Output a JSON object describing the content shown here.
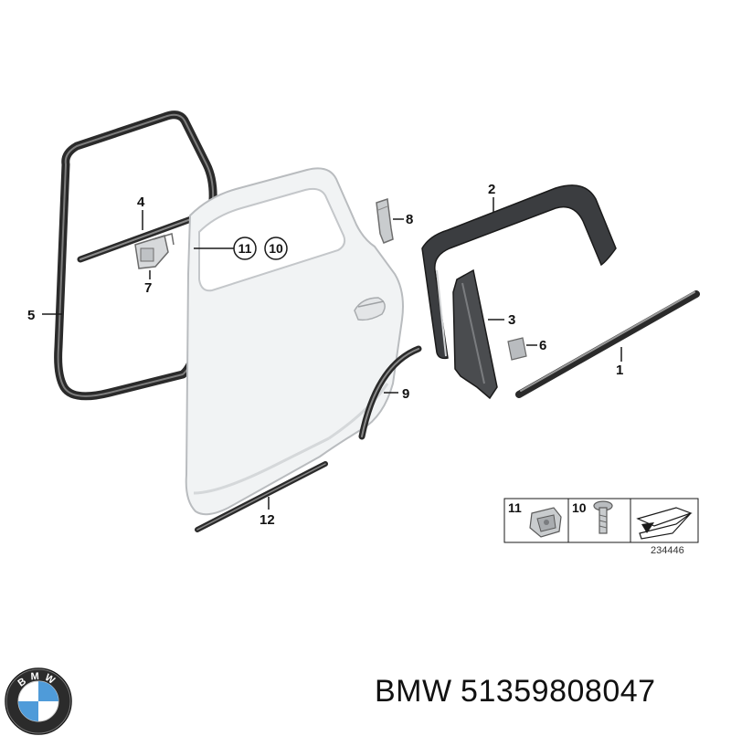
{
  "diagram": {
    "callouts": {
      "c1": "1",
      "c2": "2",
      "c3": "3",
      "c4": "4",
      "c5": "5",
      "c6": "6",
      "c7": "7",
      "c8": "8",
      "c9": "9",
      "c12": "12"
    },
    "circled_refs": [
      "11",
      "10"
    ],
    "legend": {
      "item_a": "11",
      "item_b": "10",
      "drawing_id": "234446"
    }
  },
  "brand": {
    "logo_letters": "BMW",
    "caption_brand": "BMW",
    "caption_part_number": "51359808047"
  },
  "colors": {
    "line": "#1a1a1a",
    "door_fill": "#f1f3f4",
    "door_edge": "#b9bcbf",
    "seal": "#2a2a2a",
    "logo_blue": "#4f9bd9"
  }
}
